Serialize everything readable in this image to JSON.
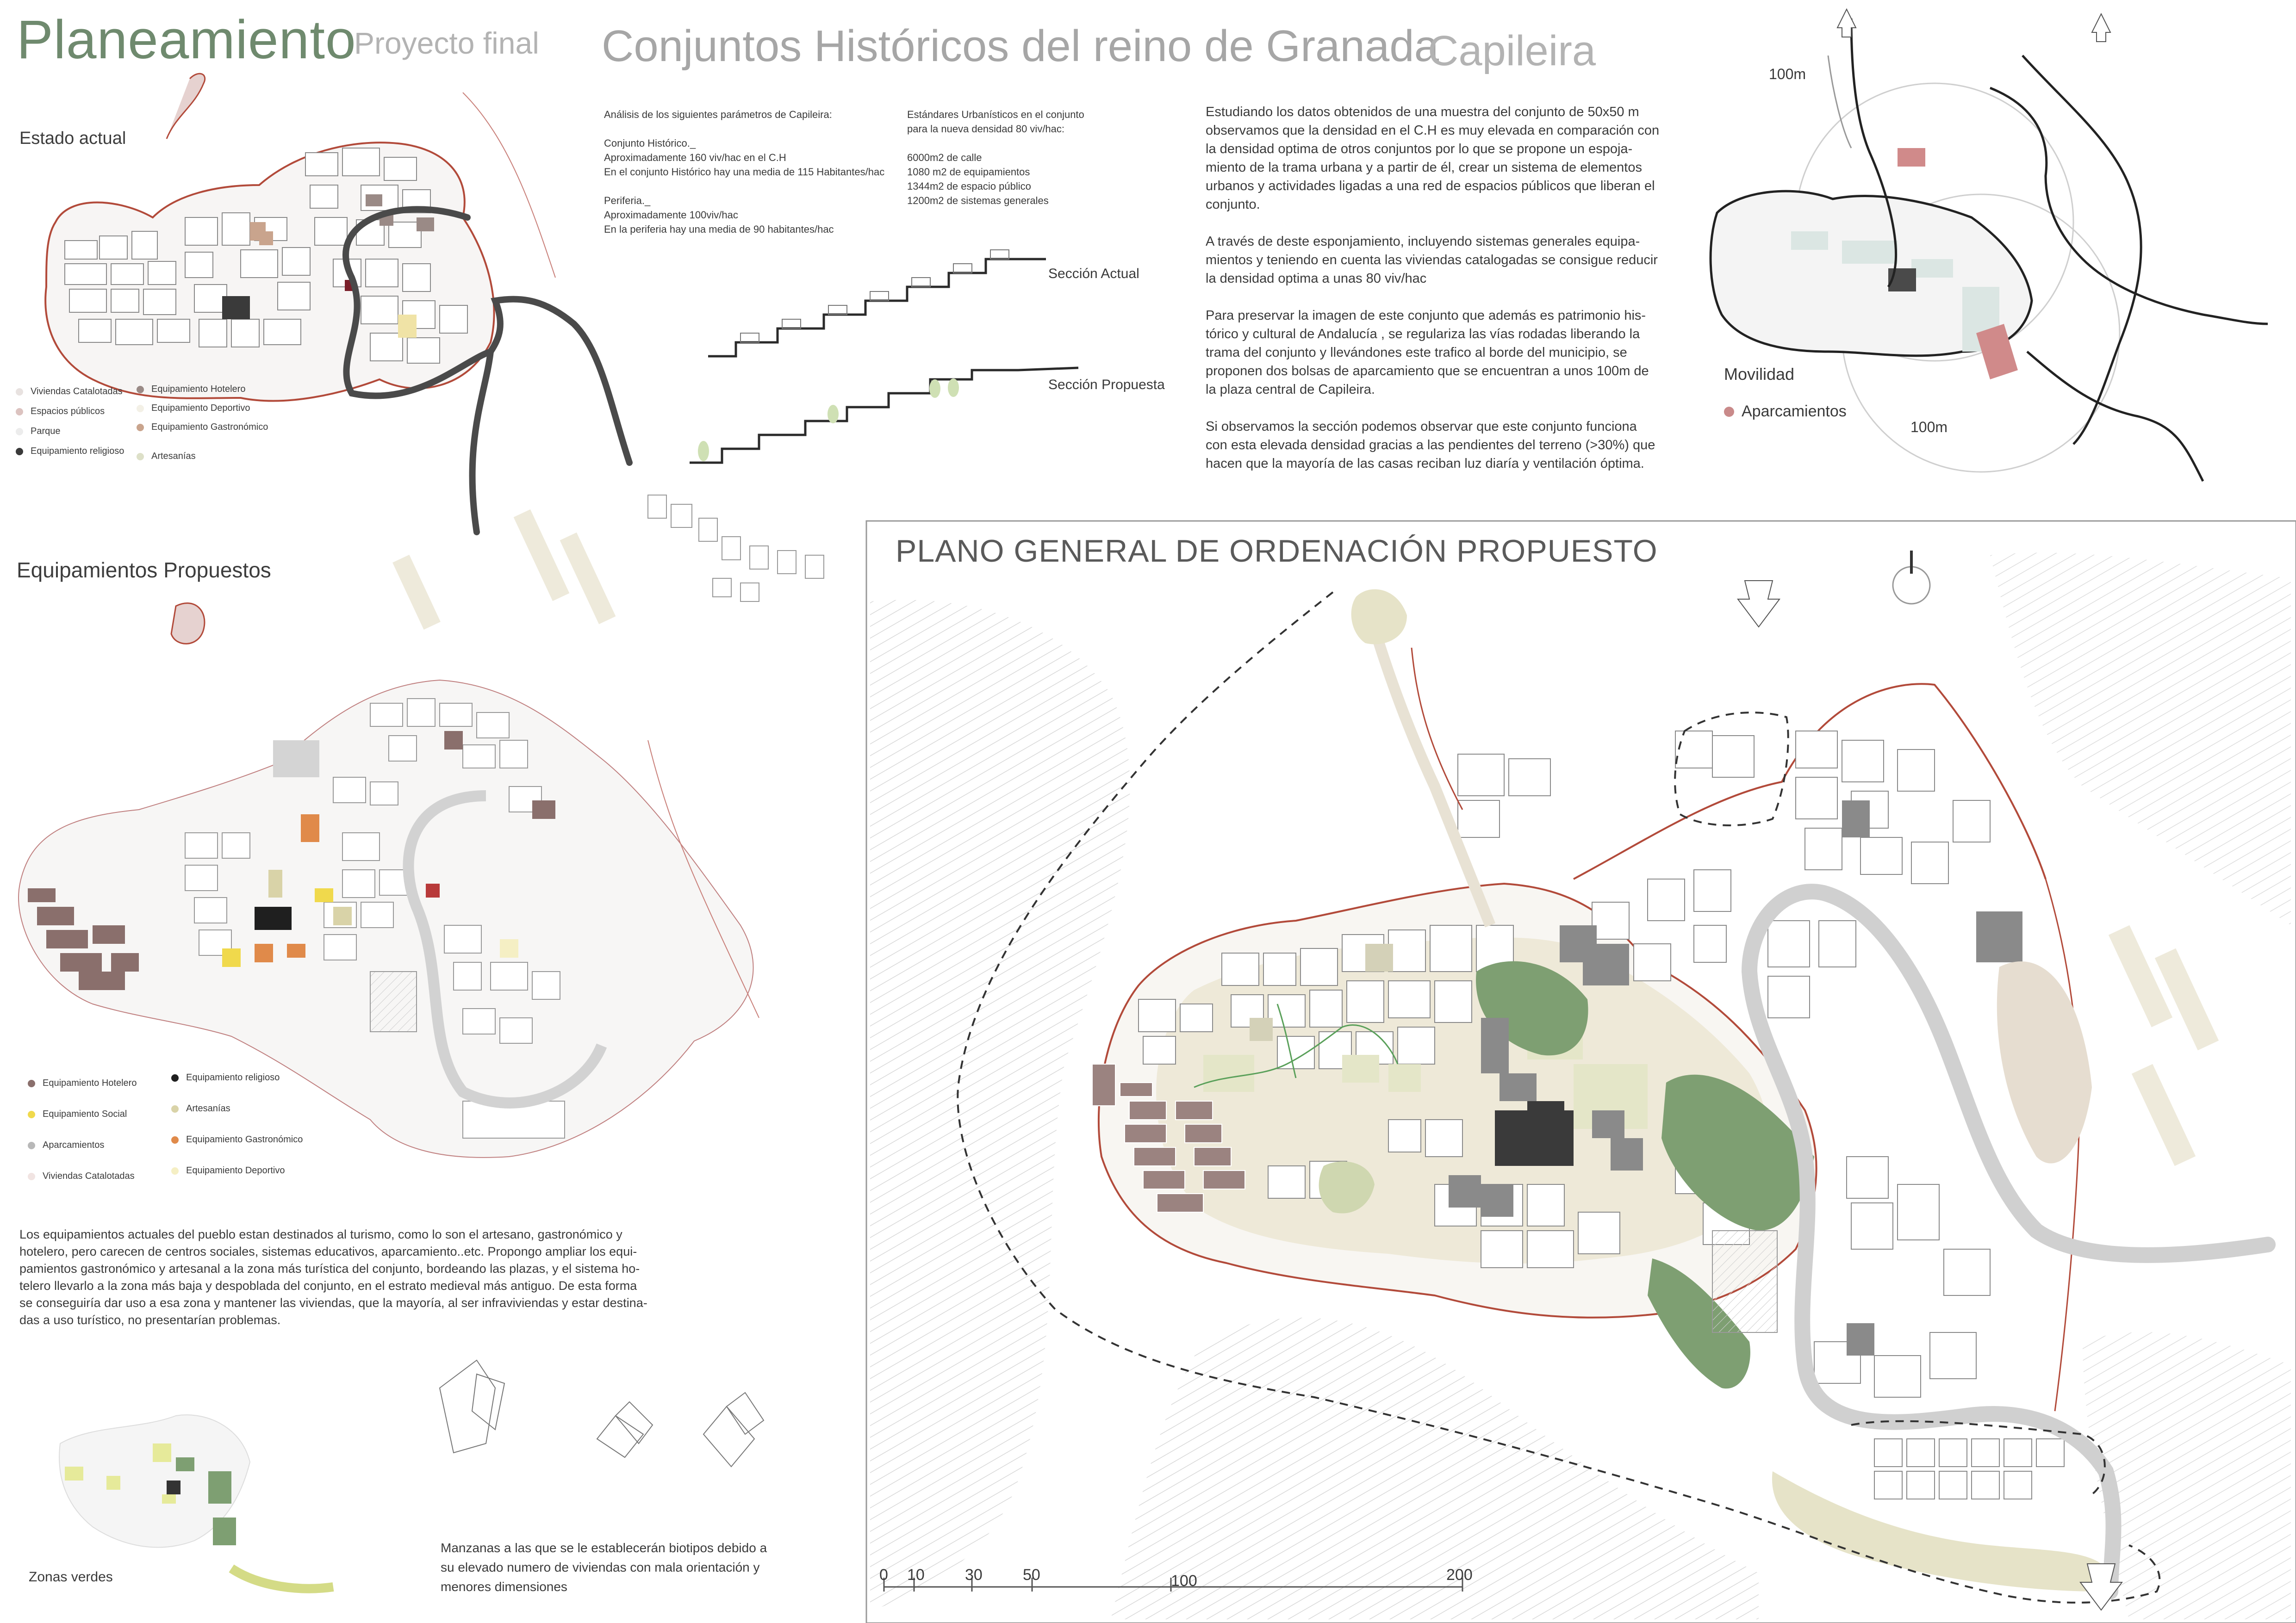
{
  "header": {
    "title": "Planeamiento",
    "subtitle": "Proyecto final",
    "title2": "Conjuntos Históricos del reino de Granada",
    "title3": "Capileira"
  },
  "estado_actual": {
    "title": "Estado actual",
    "legend": [
      {
        "label": "Viviendas Catalotadas",
        "color": "#e8e2e0"
      },
      {
        "label": "Espacios públicos",
        "color": "#dcc3c0"
      },
      {
        "label": "Parque",
        "color": "#ececec"
      },
      {
        "label": "Equipamiento religioso",
        "color": "#3a3a3a"
      },
      {
        "label": "Equipamiento Hotelero",
        "color": "#9a8a86"
      },
      {
        "label": "Equipamiento Deportivo",
        "color": "#f3f0e6"
      },
      {
        "label": "Equipamiento Gastronómico",
        "color": "#c9a48d"
      },
      {
        "label": "Artesanías",
        "color": "#dde0c8"
      }
    ]
  },
  "analisis": {
    "col1": [
      "Análisis de los siguientes parámetros de Capileira:",
      "",
      "Conjunto Histórico._",
      "Aproximadamente 160 viv/hac en el C.H",
      "En el conjunto Histórico hay una media de 115 Habitantes/hac",
      "",
      "Periferia._",
      "Aproximadamente 100viv/hac",
      "En la periferia hay una media de 90 habitantes/hac"
    ],
    "col2": [
      "Estándares Urbanísticos  en el conjunto",
      "para la nueva densidad 80 viv/hac:",
      "",
      "6000m2 de calle",
      "1080 m2 de equipamientos",
      "1344m2 de espacio público",
      "1200m2 de sistemas generales"
    ],
    "seccion_actual": "Sección Actual",
    "seccion_propuesta": "Sección Propuesta"
  },
  "texto_derecha": [
    "Estudiando los datos obtenidos de una muestra del conjunto de 50x50 m\nobservamos que la densidad en el C.H es muy elevada en comparación con\nla densidad optima de otros conjuntos  por lo que se propone un espoja-\nmiento de la trama urbana y a partir de él, crear un sistema de elementos\nurbanos y actividades ligadas a una red de espacios públicos que liberan el\nconjunto.",
    "A través de deste esponjamiento, incluyendo sistemas generales equipa-\nmientos y teniendo en cuenta las viviendas catalogadas se consigue reducir\nla densidad optima a unas 80 viv/hac",
    "Para preservar la imagen de este conjunto que además es patrimonio his-\ntórico y  cultural de Andalucía , se regulariza las vías rodadas liberando la\ntrama del conjunto y llevándones este trafico al borde del municipio, se\nproponen dos bolsas de aparcamiento que se encuentran a unos 100m de\nla plaza central de Capileira.",
    "Si observamos la sección podemos observar que este conjunto funciona\ncon esta elevada densidad gracias a las pendientes del terreno (>30%) que\nhacen que la mayoría de las casas reciban luz diaría y ventilación óptima."
  ],
  "movilidad": {
    "title": "Movilidad",
    "legend_label": "Aparcamientos",
    "legend_color": "#c98a8a",
    "radius_top": "100m",
    "radius_bottom": "100m"
  },
  "equipamientos": {
    "title": "Equipamientos Propuestos",
    "legend": [
      {
        "label": "Equipamiento Hotelero",
        "color": "#8a6f6c"
      },
      {
        "label": "Equipamiento Social",
        "color": "#f0d94c"
      },
      {
        "label": "Aparcamientos",
        "color": "#b8b8b8"
      },
      {
        "label": "Viviendas Catalotadas",
        "color": "#f1e4e2"
      },
      {
        "label": "Equipamiento religioso",
        "color": "#1f1f1f"
      },
      {
        "label": "Artesanías",
        "color": "#d9d3a8"
      },
      {
        "label": "Equipamiento Gastronómico",
        "color": "#e08a4a"
      },
      {
        "label": "Equipamiento Deportivo",
        "color": "#f5efc4"
      }
    ],
    "text": "Los equipamientos actuales del pueblo estan destinados al turismo, como lo son el artesano, gastronómico y\nhotelero, pero carecen de centros sociales, sistemas educativos, aparcamiento..etc. Propongo ampliar los equi-\npamientos gastronómico y artesanal a la zona más turística del conjunto, bordeando las plazas, y el sistema ho-\ntelero llevarlo a la zona más baja y despoblada del conjunto, en el estrato medieval más antiguo. De esta forma\nse conseguiría dar uso a esa zona y mantener las viviendas, que la mayoría, al ser infraviviendas y estar destina-\ndas a uso turístico, no presentarían problemas."
  },
  "zonas_verdes": {
    "title": "Zonas verdes",
    "manzanas_text": "Manzanas a las que se le establecerán biotipos debido a\nsu elevado numero de viviendas con mala orientación y\nmenores dimensiones"
  },
  "plano": {
    "title": "PLANO GENERAL DE ORDENACIÓN PROPUESTO",
    "scale_labels": [
      "0",
      "10",
      "30",
      "50",
      "100",
      "200"
    ]
  },
  "colors": {
    "accent_green": "#6f8a6e",
    "road_red": "#b24a3a",
    "green_area": "#7e9f72",
    "pale_green": "#e6e8cf",
    "brown_block": "#9b8380",
    "dark_block": "#3a3a3a"
  }
}
